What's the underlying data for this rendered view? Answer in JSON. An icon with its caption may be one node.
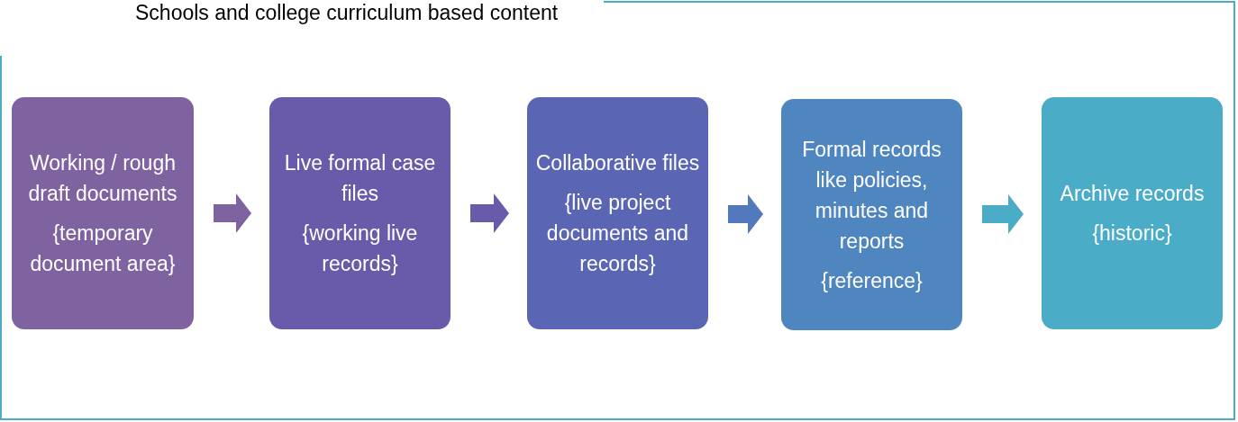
{
  "diagram": {
    "nodes": [
      {
        "text": [
          "Working / rough draft documents",
          "{temporary document area}"
        ]
      },
      {
        "text": [
          "Live formal case files",
          "{working live records}"
        ]
      },
      {
        "text": [
          "Collaborative files",
          "{live project documents and records}"
        ]
      },
      {
        "text": [
          "Formal records like policies, minutes and reports",
          "{reference}"
        ]
      },
      {
        "text": [
          "Archive records",
          "{historic}"
        ]
      }
    ],
    "edges": [
      {
        "from": 0,
        "to": 1,
        "arrow": "to",
        "color": "#7f62a0"
      },
      {
        "from": 1,
        "to": 2,
        "arrow": "to",
        "color": "#6a5aaa"
      },
      {
        "from": 2,
        "to": 3,
        "arrow": "to",
        "color": "#5379bd"
      },
      {
        "from": 3,
        "to": 4,
        "arrow": "to",
        "color": "#4aacc6"
      }
    ],
    "labels": [
      "Schools and college curriculum based content"
    ]
  }
}
